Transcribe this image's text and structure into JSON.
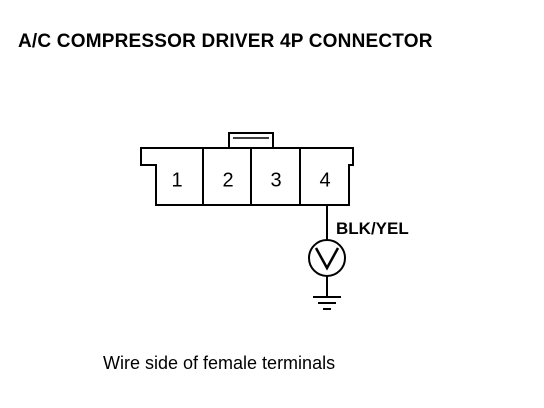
{
  "title": "A/C COMPRESSOR DRIVER 4P CONNECTOR",
  "connector": {
    "pins": [
      "1",
      "2",
      "3",
      "4"
    ]
  },
  "wire": {
    "pin": "4",
    "color_label": "BLK/YEL"
  },
  "meter": {
    "symbol": "V"
  },
  "caption": "Wire side of female terminals"
}
